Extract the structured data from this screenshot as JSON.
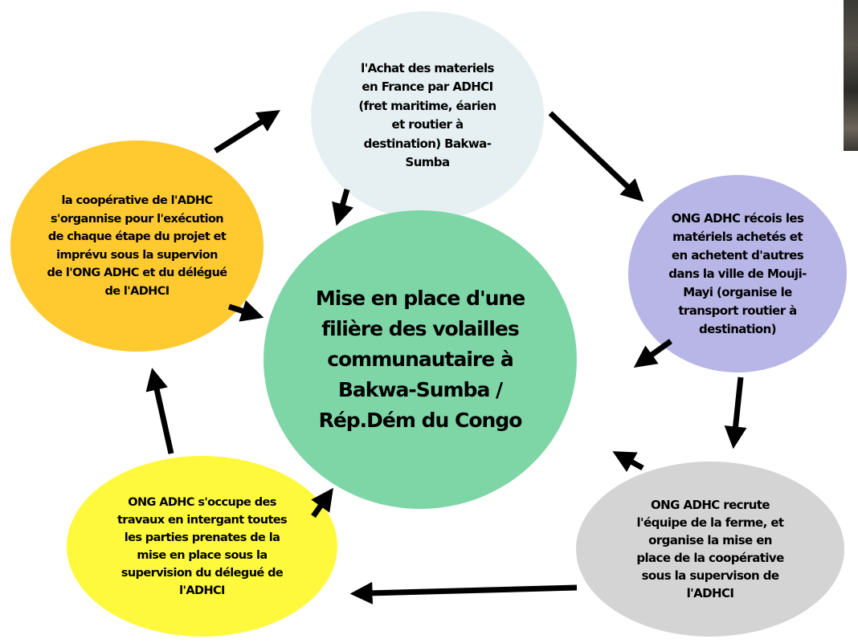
{
  "nodes": {
    "achat": {
      "text": "l'Achat des materiels\nen France par ADHCI\n(fret maritime, éarien\net routier à\ndestination) Bakwa-\nSumba",
      "color": "#E6F0F2"
    },
    "recoit": {
      "text": "ONG ADHC récois les\nmatériels achetés   et\nen achetent  d'autres\ndans la ville de Mouji-\nMayi (organise le\ntransport routier à\ndestination)",
      "color": "#B8B6E6"
    },
    "recrute": {
      "text": "ONG ADHC recrute\nl'équipe de la ferme,  et\norganise la mise en\nplace de la coopérative\nsous la supervison de\nl'ADHCI",
      "color": "#D4D4D4"
    },
    "travaux": {
      "text": "ONG ADHC s'occupe des\ntravaux en intergant toutes\nles parties prenates de la\nmise en place sous la\nsupervision du délegué de\nl'ADHCI",
      "color": "#FFF93D"
    },
    "coop": {
      "text": "la coopérative  de l'ADHC\ns'organnise pour l'exécution\nde chaque étape du projet et\nimprévu sous la supervion\nde l'ONG ADHC  et du délégué\nde l'ADHCI",
      "color": "#FFC930"
    },
    "center": {
      "text": "Mise en place d'une\nfilière des volailles\ncommunautaire à\nBakwa-Sumba /\nRép.Dém du Congo",
      "color": "#7ED6A7"
    }
  },
  "arrow_color": "#000000"
}
